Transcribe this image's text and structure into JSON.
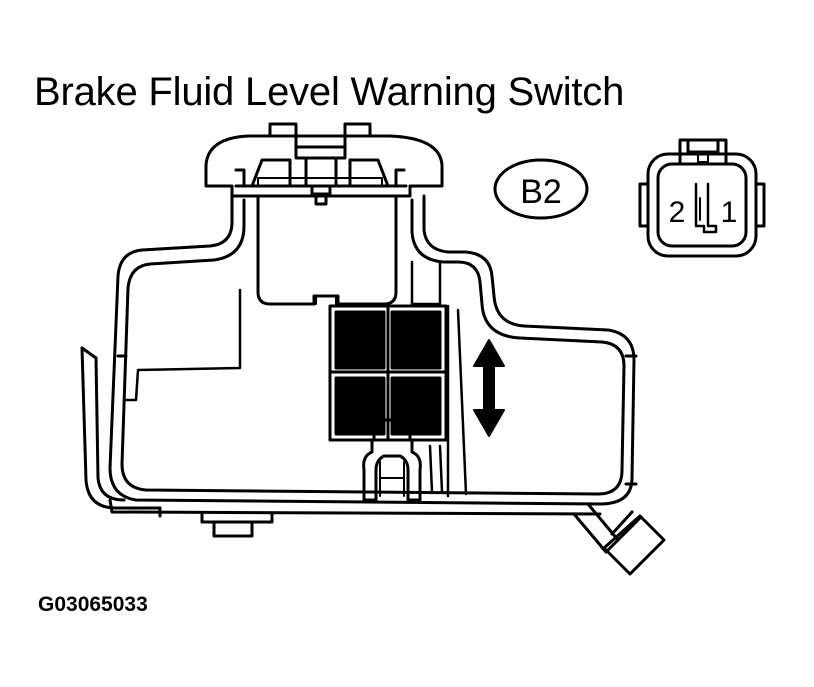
{
  "title": "Brake Fluid Level Warning Switch",
  "connector_code": "B2",
  "connector_pins": [
    "2",
    "1"
  ],
  "figure_id": "G03065033",
  "colors": {
    "line": "#000000",
    "background": "#ffffff"
  }
}
